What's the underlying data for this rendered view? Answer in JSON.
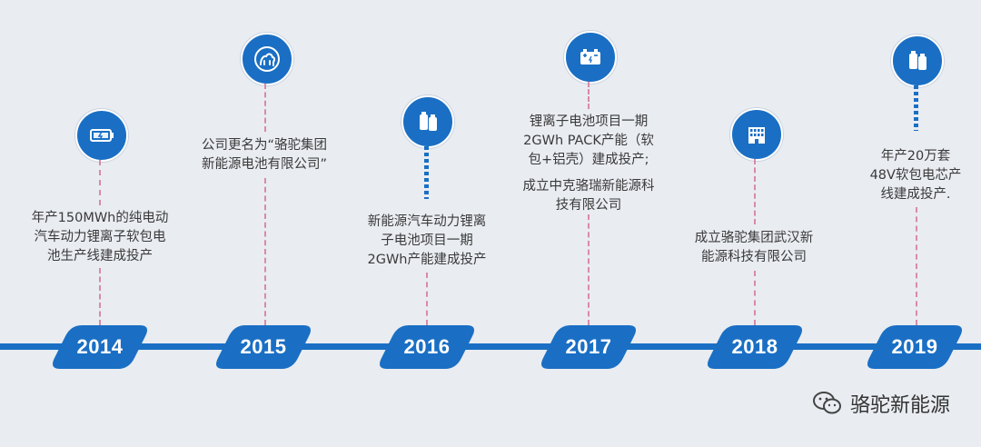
{
  "milestones": [
    {
      "year": "2014",
      "lines": [
        "年产150MWh的纯电动",
        "汽车动力锂离子软包电",
        "池生产线建成投产"
      ],
      "icon": "battery-icon"
    },
    {
      "year": "2015",
      "lines": [
        "公司更名为“骆驼集团",
        "新能源电池有限公司”"
      ],
      "icon": "camel-logo-icon"
    },
    {
      "year": "2016",
      "lines": [
        "新能源汽车动力锂离",
        "子电池项目一期",
        "2GWh产能建成投产"
      ],
      "icon": "battery-cells-icon"
    },
    {
      "year": "2017",
      "lines": [
        "锂离子电池项目一期",
        "2GWh PACK产能（软",
        "包+铝壳）建成投产;"
      ],
      "lines2": [
        "成立中克骆瑞新能源科",
        "技有限公司"
      ],
      "icon": "car-battery-icon"
    },
    {
      "year": "2018",
      "lines": [
        "成立骆驼集团武汉新",
        "能源科技有限公司"
      ],
      "icon": "building-icon"
    },
    {
      "year": "2019",
      "lines": [
        "年产20万套",
        "48V软包电芯产",
        "线建成投产."
      ],
      "icon": "battery-cells-icon"
    }
  ],
  "watermark": {
    "text": "骆驼新能源",
    "icon": "wechat-icon"
  },
  "colors": {
    "accent": "#1a6fc4",
    "connector": "#d98aa6",
    "background": "#e9ecf1"
  }
}
